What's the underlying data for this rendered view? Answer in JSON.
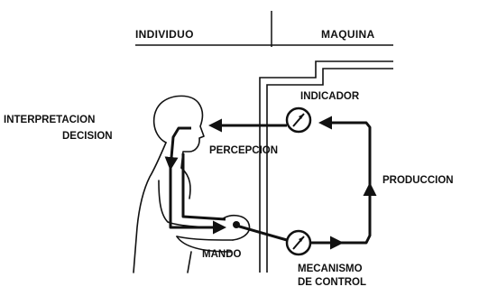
{
  "header": {
    "left": "INDIVIDUO",
    "right": "MAQUINA"
  },
  "labels": {
    "interpretacion": "INTERPRETACION",
    "decision": "DECISION",
    "indicador": "INDICADOR",
    "percepcion": "PERCEPCION",
    "produccion": "PRODUCCION",
    "mando": "MANDO",
    "mecanismo": "MECANISMO",
    "de_control": "DE CONTROL"
  },
  "colors": {
    "ink": "#111111",
    "background": "#ffffff"
  }
}
